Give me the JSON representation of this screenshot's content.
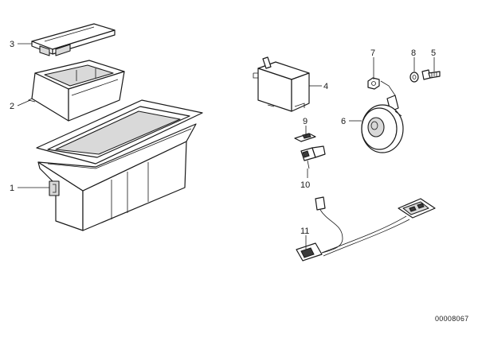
{
  "callouts": {
    "c1": "1",
    "c2": "2",
    "c3": "3",
    "c4": "4",
    "c5": "5",
    "c6": "6",
    "c7": "7",
    "c8": "8",
    "c9": "9",
    "c10": "10",
    "c11": "11"
  },
  "drawing_number": "00008067",
  "colors": {
    "line": "#1a1a1a",
    "background": "#ffffff",
    "shade": "#d9d9d9"
  }
}
